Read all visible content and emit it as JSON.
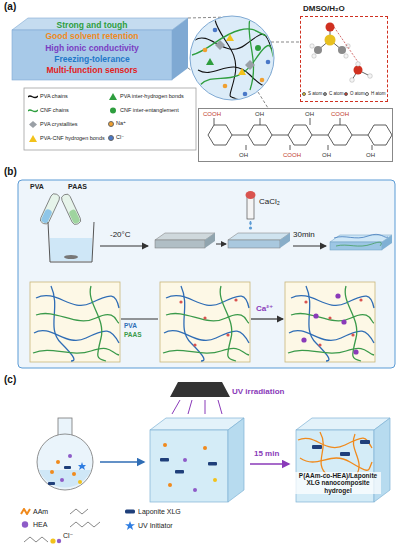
{
  "diagram": {
    "nodes": [
      {
        "text": [
          "Strong and tough",
          "Good solvent retention",
          "High ionic conductivity",
          "Freezing-tolerance",
          "Multi-function sensors"
        ]
      },
      {
        "text": [
          "DMSO/H₂O"
        ]
      },
      {
        "text": [
          "COOH",
          "OH",
          "OH",
          "COOH",
          "OH",
          "OH",
          "COOH",
          "OH"
        ]
      },
      {
        "text": [
          "P(AAm-co-HEA)/Laponite XLG nanocomposite hydrogel"
        ]
      }
    ],
    "labels": [
      "(a)",
      "(b)",
      "(c)",
      "PVA",
      "PAAS",
      "-20°C",
      "CaCl₂",
      "30min",
      "PVA",
      "PAAS",
      "Ca²⁺",
      "UV irradiation",
      "15 min",
      "Cl⁻"
    ],
    "legend": [
      {
        "text": "PVA chains"
      },
      {
        "text": "CNF chains"
      },
      {
        "text": "PVA crystallites"
      },
      {
        "text": "PVA-CNF hydrogen bonds"
      },
      {
        "text": "PVA inter-hydrogen bonds"
      },
      {
        "text": "CNF inter-entanglement"
      },
      {
        "text": "Na⁺",
        "color": "#f0a030"
      },
      {
        "text": "Cl⁻",
        "color": "#4a78c8"
      },
      {
        "text": "S atom",
        "color": "#e8c020"
      },
      {
        "text": "C atom",
        "color": "#8a8a8a"
      },
      {
        "text": "O atom",
        "color": "#d03020"
      },
      {
        "text": "H atom",
        "color": "#f4f4f4"
      },
      {
        "text": "AAm"
      },
      {
        "text": "HEA"
      },
      {
        "text": "Laponite XLG"
      },
      {
        "text": "UV Initiator"
      }
    ]
  }
}
